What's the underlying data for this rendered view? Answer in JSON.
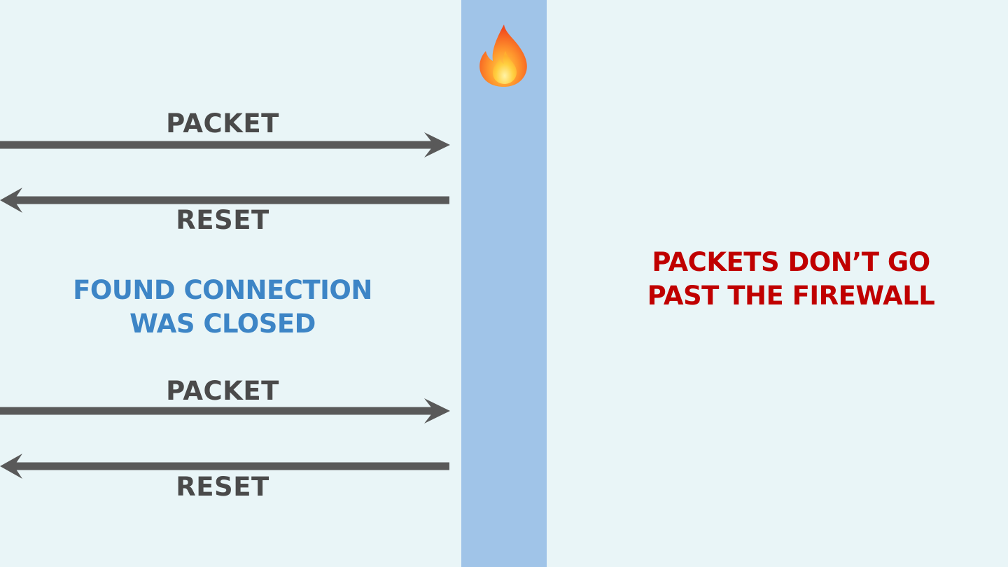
{
  "diagram": {
    "icon": "fire-icon",
    "colors": {
      "background": "#e9f5f7",
      "firewall": "#a0c4e8",
      "arrow": "#595959",
      "label": "#4a4a4a",
      "note_blue": "#3d85c6",
      "note_red": "#c00000"
    },
    "messages": [
      {
        "label": "PACKET",
        "direction": "right"
      },
      {
        "label": "RESET",
        "direction": "left"
      },
      {
        "label": "PACKET",
        "direction": "right"
      },
      {
        "label": "RESET",
        "direction": "left"
      }
    ],
    "left_note": {
      "line1": "FOUND CONNECTION",
      "line2": "WAS CLOSED"
    },
    "right_note": {
      "line1": "PACKETS DON’T GO",
      "line2": "PAST THE FIREWALL"
    }
  }
}
